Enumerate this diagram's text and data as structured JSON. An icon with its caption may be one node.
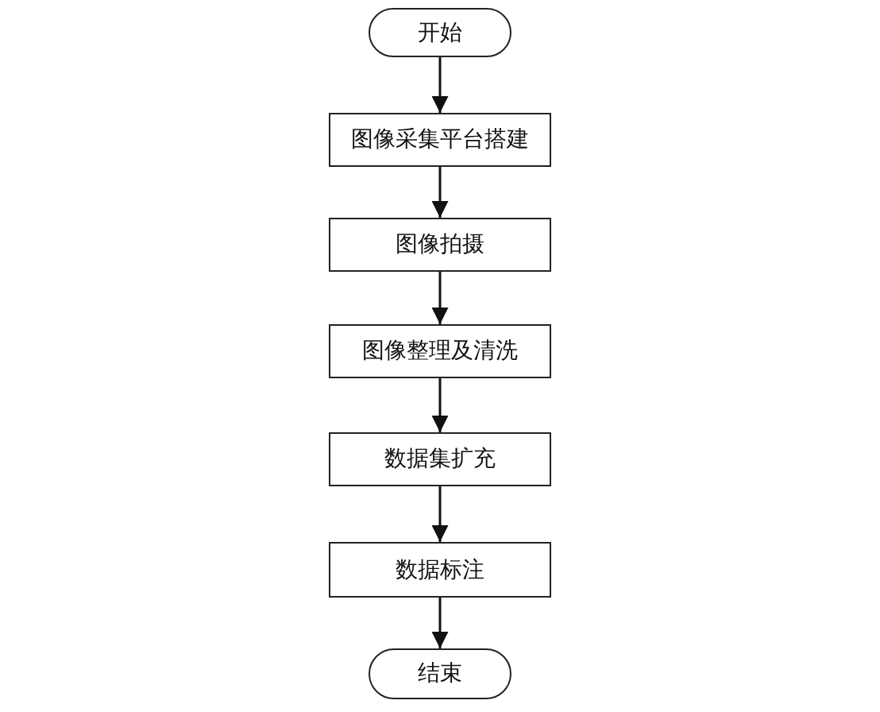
{
  "diagram": {
    "nodes": [
      {
        "text": [
          "开始"
        ]
      },
      {
        "text": [
          "图像采集平台搭建"
        ]
      },
      {
        "text": [
          "图像拍摄"
        ]
      },
      {
        "text": [
          "图像整理及清洗"
        ]
      },
      {
        "text": [
          "数据集扩充"
        ]
      },
      {
        "text": [
          "数据标注"
        ]
      },
      {
        "text": [
          "结束"
        ]
      }
    ],
    "edges": [
      {
        "from": 0,
        "to": 1,
        "arrow": "to"
      },
      {
        "from": 1,
        "to": 2,
        "arrow": "to"
      },
      {
        "from": 2,
        "to": 3,
        "arrow": "to"
      },
      {
        "from": 3,
        "to": 4,
        "arrow": "to"
      },
      {
        "from": 4,
        "to": 5,
        "arrow": "to"
      },
      {
        "from": 5,
        "to": 6,
        "arrow": "to"
      }
    ]
  }
}
